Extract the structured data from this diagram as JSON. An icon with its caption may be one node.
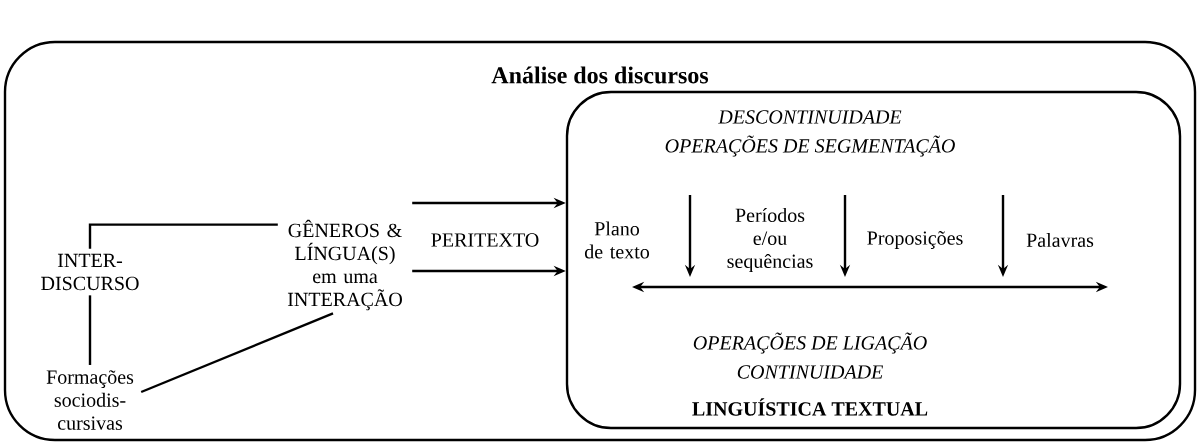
{
  "diagram": {
    "nodes": [
      {
        "text": [
          "Análise dos discursos"
        ]
      },
      {
        "text": [
          "DESCONTINUIDADE",
          "OPERAÇÕES DE SEGMENTAÇÃO",
          "OPERAÇÕES DE LIGAÇÃO",
          "CONTINUIDADE",
          "LINGUÍSTICA TEXTUAL"
        ],
        "in": 0
      },
      {
        "text": [
          "INTER- DISCURSO"
        ],
        "in": 0
      },
      {
        "text": [
          "GÊNEROS & LÍNGUA(S) em uma INTERAÇÃO"
        ],
        "in": 0
      },
      {
        "text": [
          "Formações sociodis- cursivas"
        ],
        "in": 0
      },
      {
        "text": [
          "Plano de texto"
        ],
        "in": 1
      },
      {
        "text": [
          "Períodos e/ou sequências"
        ],
        "in": 1
      },
      {
        "text": [
          "Proposições"
        ],
        "in": 1
      },
      {
        "text": [
          "Palavras"
        ],
        "in": 1
      }
    ],
    "edges": [
      {
        "from": 2,
        "to": 3,
        "arrow": "none"
      },
      {
        "from": 2,
        "to": 4,
        "arrow": "none"
      },
      {
        "from": 4,
        "to": 3,
        "arrow": "none"
      },
      {
        "from": 3,
        "to": 1,
        "arrow": "to"
      },
      {
        "from": 3,
        "to": 1,
        "arrow": "to"
      }
    ],
    "labels": [
      "PERITEXTO"
    ]
  }
}
